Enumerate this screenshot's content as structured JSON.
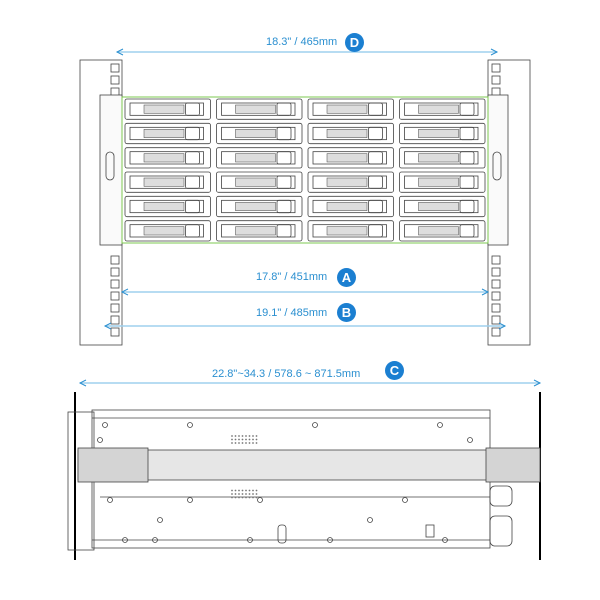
{
  "dimensions": {
    "D": {
      "letter": "D",
      "label": "18.3\" / 465mm"
    },
    "A": {
      "letter": "A",
      "label": "17.8\" / 451mm"
    },
    "B": {
      "letter": "B",
      "label": "19.1\" / 485mm"
    },
    "C": {
      "letter": "C",
      "label": "22.8\"~34.3  /  578.6 ~ 871.5mm"
    }
  },
  "front_view": {
    "drive_columns": 4,
    "drive_rows": 6
  },
  "colors": {
    "dimension": "#2a8fd0",
    "badge": "#1b7fd1",
    "line": "#444444",
    "accent": "#7ec850"
  }
}
